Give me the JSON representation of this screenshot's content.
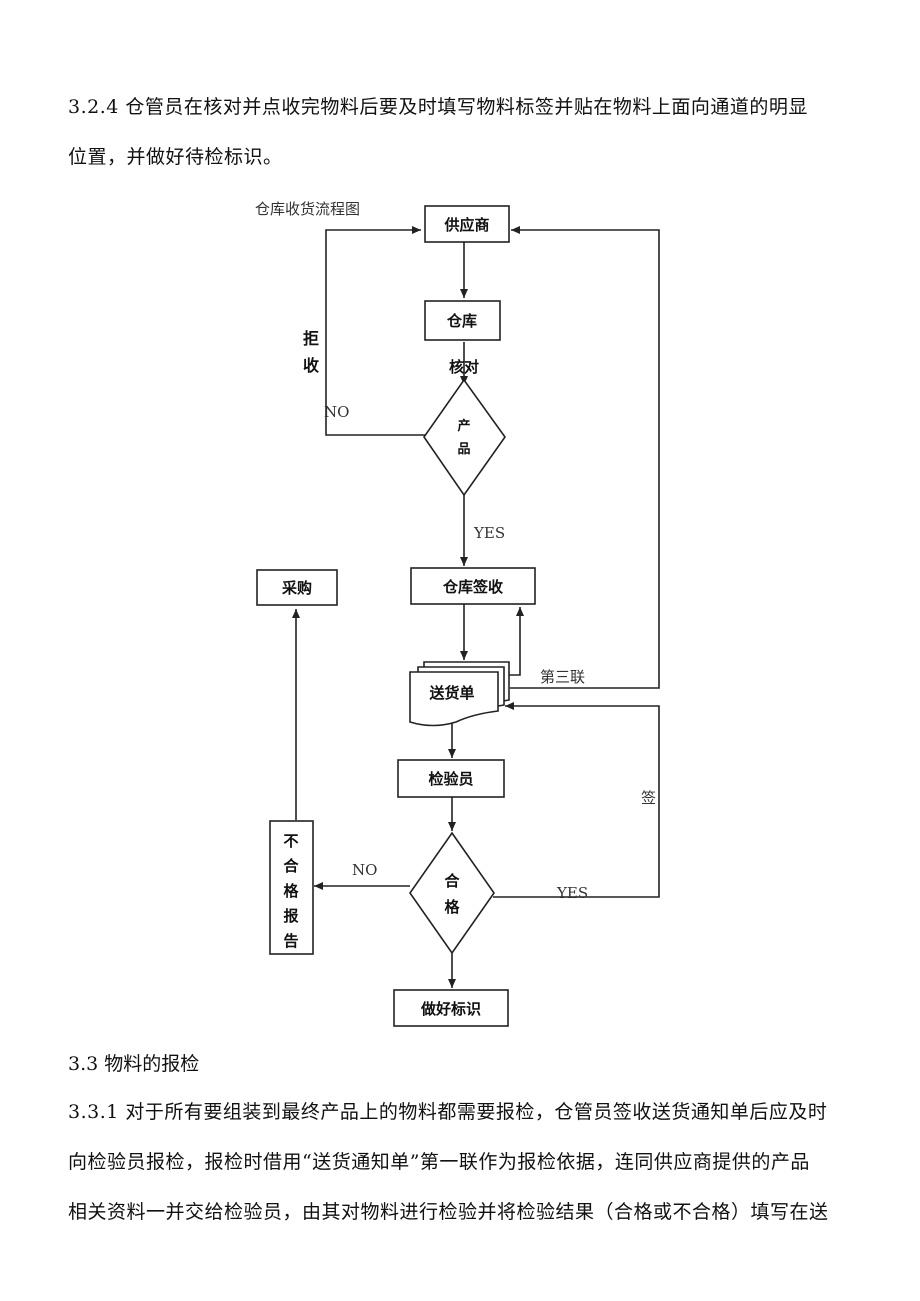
{
  "section_3_2_4": {
    "line1": "3.2.4 仓管员在核对并点收完物料后要及时填写物料标签并贴在物料上面向通道的明显",
    "line2": "位置，并做好待检标识。"
  },
  "flowchart": {
    "title": "仓库收货流程图",
    "nodes": {
      "supplier": "供应商",
      "warehouse": "仓库",
      "check_label": "核对",
      "product_top": "产",
      "product_bottom": "品",
      "warehouse_sign": "仓库签收",
      "purchasing": "采购",
      "delivery_note": "送货单",
      "inspector": "检验员",
      "qualified_top": "合",
      "qualified_bottom": "格",
      "unqualified_report": [
        "不",
        "合",
        "格",
        "报",
        "告"
      ],
      "mark_done": "做好标识"
    },
    "edge_labels": {
      "reject_1": "拒",
      "reject_2": "收",
      "no_1": "NO",
      "yes_1": "YES",
      "third_copy": "第三联",
      "sign": "签",
      "no_2": "NO",
      "yes_2": "YES"
    }
  },
  "section_3_3": {
    "heading": "3.3 物料的报检",
    "line1": "3.3.1 对于所有要组装到最终产品上的物料都需要报检，仓管员签收送货通知单后应及时",
    "line2": "向检验员报检，报检时借用“送货通知单”第一联作为报检依据，连同供应商提供的产品",
    "line3": "相关资料一并交给检验员，由其对物料进行检验并将检验结果（合格或不合格）填写在送"
  }
}
